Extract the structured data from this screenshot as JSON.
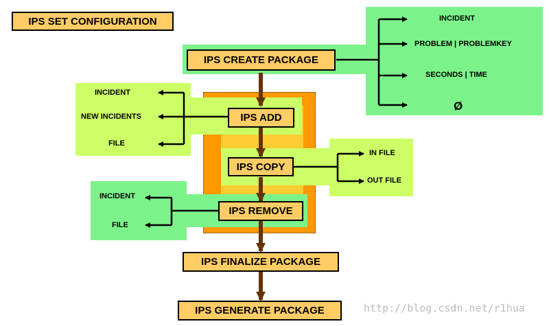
{
  "title": "IPS SET CONFIGURATION",
  "main_flow": {
    "create": "IPS CREATE PACKAGE",
    "add": "IPS ADD",
    "copy": "IPS COPY",
    "remove": "IPS REMOVE",
    "finalize": "IPS FINALIZE PACKAGE",
    "generate": "IPS GENERATE PACKAGE"
  },
  "create_options": [
    "INCIDENT",
    "PROBLEM | PROBLEMKEY",
    "SECONDS | TIME",
    "Ø"
  ],
  "add_options": [
    "INCIDENT",
    "NEW INCIDENTS",
    "FILE"
  ],
  "copy_options": [
    "IN FILE",
    "OUT FILE"
  ],
  "remove_options": [
    "INCIDENT",
    "FILE"
  ],
  "watermark": "http://blog.csdn.net/r1hua",
  "colors": {
    "box_fill": "#ffcc66",
    "green_bright": "#7cf38a",
    "green_pale": "#ccff66",
    "orange": "#ff9900",
    "flow_arrow": "#663300"
  }
}
